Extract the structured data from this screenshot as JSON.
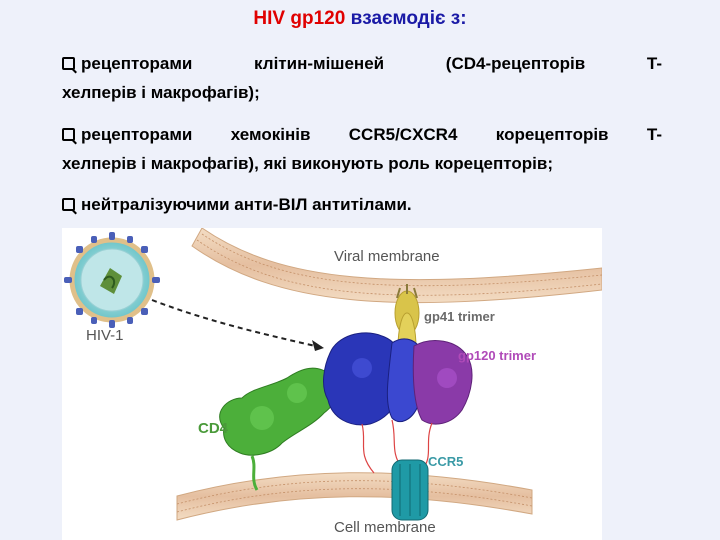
{
  "title": {
    "part1": "HIV gp120",
    "part2": " взаємодіє з:"
  },
  "bullets": [
    {
      "line1": "рецепторами клітин-мішеней (CD4-рецепторів T-",
      "line2": "хелперів і макрофагів);"
    },
    {
      "line1": "рецепторами хемокінів CCR5/CXCR4 корецепторів T-",
      "line2": "хелперів і макрофагів), які виконують роль корецепторів;"
    },
    {
      "line1": "нейтралізуючими анти-ВІЛ антитілами."
    }
  ],
  "figure": {
    "viral_membrane": "Viral membrane",
    "gp41": "gp41 trimer",
    "gp120": "gp120 trimer",
    "hiv": "HIV-1",
    "cd4": "CD4",
    "ccr5": "CCR5",
    "cell_membrane": "Cell membrane",
    "colors": {
      "cd4": "#4caf3a",
      "gp120_blue": "#2a36b8",
      "gp120_purple": "#8a3aa8",
      "gp41": "#d9c44a",
      "ccr5": "#1f9aa6",
      "membrane": "#e8c9a8"
    }
  }
}
